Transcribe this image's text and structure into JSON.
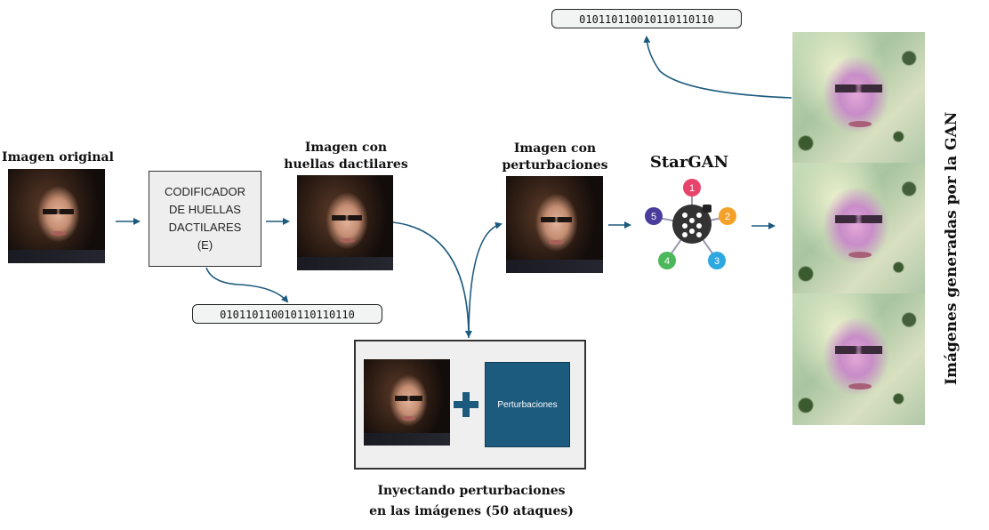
{
  "labels": {
    "original": "Imagen original",
    "fingerprinted": "Imagen con\nhuellas dactilares",
    "perturbed": "Imagen con\nperturbaciones",
    "stargan": "StarGAN",
    "injecting": "Inyectando perturbaciones\nen las imágenes (50 ataques)",
    "gan_images": "Imágenes generadas por la GAN"
  },
  "encoder": {
    "text": "CODIFICADOR\nDE HUELLAS\nDACTILARES\n(E)"
  },
  "codes": {
    "bottom": "010110110010110110110",
    "top": "010110110010110110110"
  },
  "perturbations_label": "Perturbaciones",
  "stargan_nodes": [
    "1",
    "2",
    "3",
    "4",
    "5"
  ],
  "stargan_node_colors": [
    "#e8436a",
    "#f4a12a",
    "#2ea8e0",
    "#4cb85c",
    "#4a3c9c"
  ],
  "arrow_color": "#1c5a7e"
}
